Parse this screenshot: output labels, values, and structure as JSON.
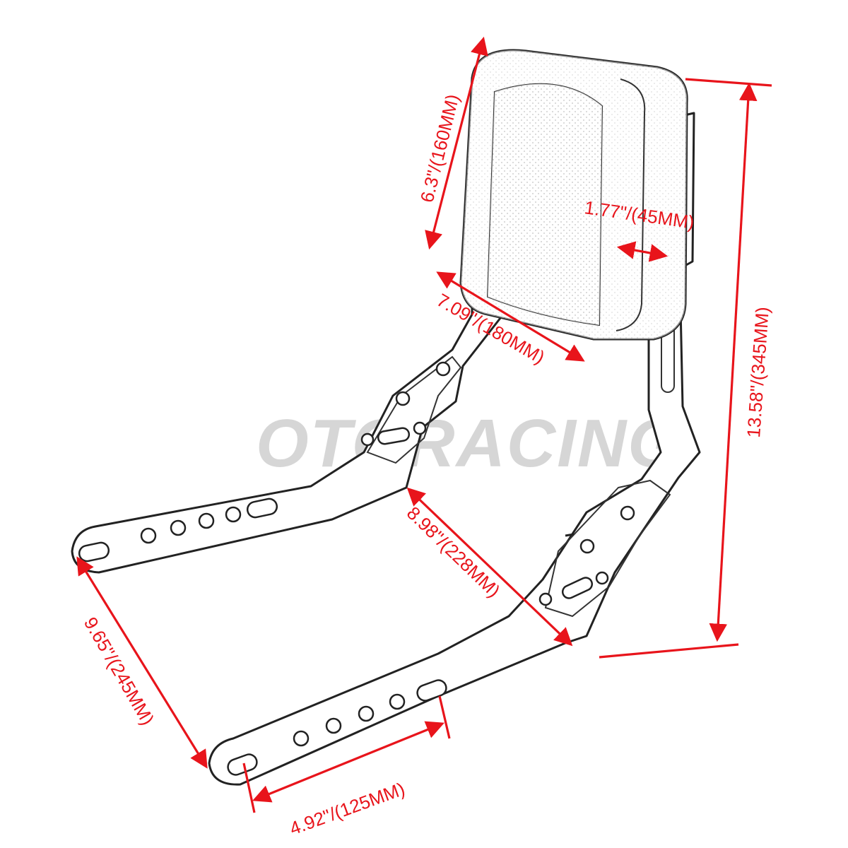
{
  "watermark": "OTORACING",
  "colors": {
    "dimension": "#e8141b",
    "outline": "#222222",
    "watermark": "#d6d6d6"
  },
  "dimensions": {
    "pad_height": "6.3\"/(160MM)",
    "pad_thickness": "1.77\"/(45MM)",
    "pad_width": "7.09\"/(180MM)",
    "total_height": "13.58\"/(345MM)",
    "bracket_length": "8.98\"/(228MM)",
    "bracket_spread": "9.65\"/(245MM)",
    "hole_spacing": "4.92\"/(125MM)"
  }
}
